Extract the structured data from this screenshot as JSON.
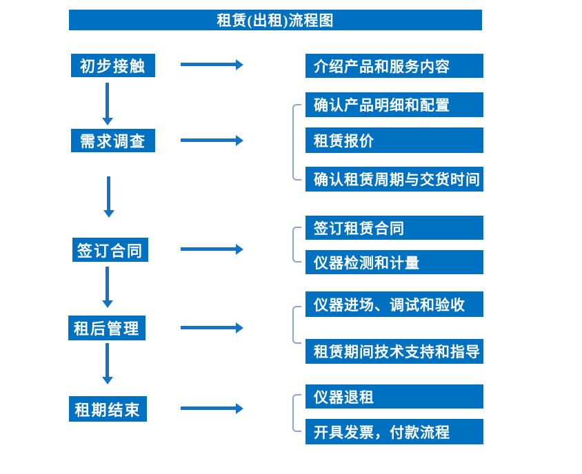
{
  "title": "租赁(出租)流程图",
  "colors": {
    "box_blue": "#0070c0",
    "arrow_blue": "#1673c3",
    "bracket_blue": "#8ca3d6",
    "text": "#ffffff",
    "background": "#ffffff"
  },
  "stages": [
    {
      "label": "初步接触",
      "details": [
        "介绍产品和服务内容"
      ]
    },
    {
      "label": "需求调查",
      "details": [
        "确认产品明细和配置",
        "租赁报价",
        "确认租赁周期与交货时间"
      ]
    },
    {
      "label": "签订合同",
      "details": [
        "签订租赁合同",
        "仪器检测和计量"
      ]
    },
    {
      "label": "租后管理",
      "details": [
        "仪器进场、调试和验收",
        "租赁期间技术支持和指导"
      ]
    },
    {
      "label": "租期结束",
      "details": [
        "仪器退租",
        "开具发票，付款流程"
      ]
    }
  ]
}
